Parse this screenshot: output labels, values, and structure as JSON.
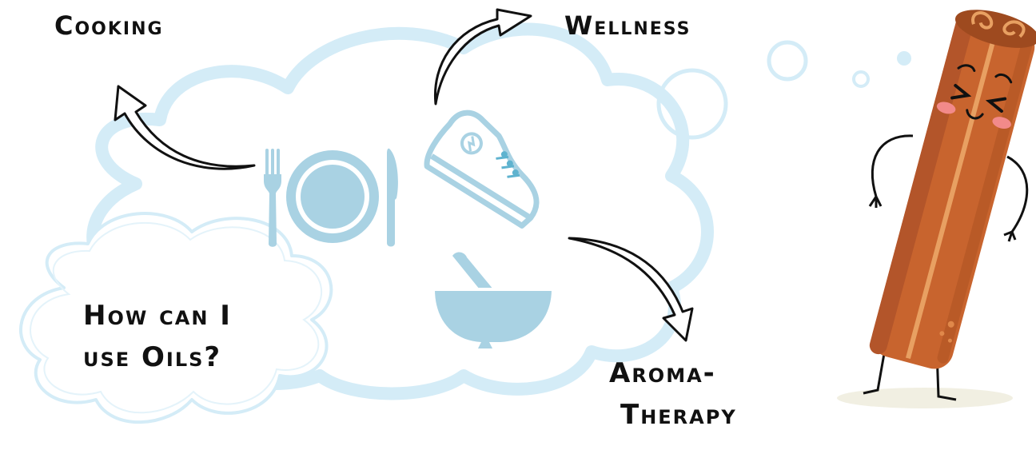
{
  "labels": {
    "cooking": "Cooking",
    "wellness": "Wellness",
    "aromatherapy_line1": "Aroma-",
    "aromatherapy_line2": "Therapy",
    "question_line1": "How can I",
    "question_line2": "use Oils?"
  },
  "icons": {
    "center": [
      "plate-with-fork-and-knife-icon",
      "sneaker-icon",
      "mortar-and-pestle-icon"
    ],
    "character": "cinnamon-stick-character"
  },
  "colors": {
    "cloud_outline": "#d4ecf7",
    "icon_blue": "#a9d2e3",
    "cinnamon": "#c8642e",
    "cinnamon_dark": "#9e4a1f",
    "cheek": "#f28a8a",
    "arrow": "#111111"
  }
}
